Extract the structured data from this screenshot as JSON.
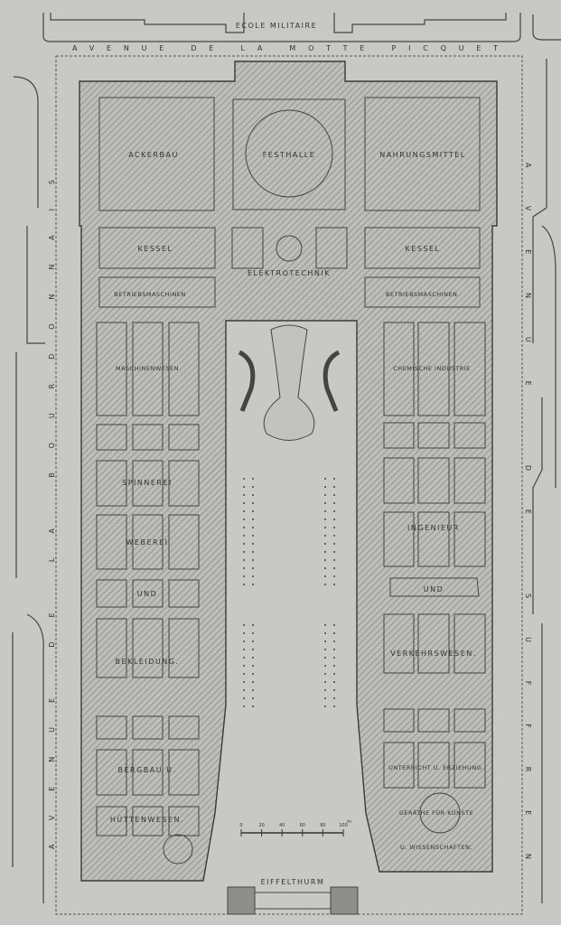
{
  "title_top": "ECOLE MILITAIRE",
  "streets": {
    "top": "AVENUE DE LA MOTTE PICQUET",
    "left": "AVENUE DE LA BOURDONNAIS",
    "right": "AVENUE DE SUFFREN"
  },
  "halls": {
    "ackerbau": "ACKERBAU",
    "festhalle": "FESTHALLE",
    "nahrungsmittel": "NAHRUNGSMITTEL",
    "kessel_left": "KESSEL",
    "kessel_right": "KESSEL",
    "elektrotechnik": "ELEKTROTECHNIK",
    "betrieb_left": "BETRIEBSMASCHINEN",
    "betrieb_right": "BETRIEBSMASCHINEN.",
    "maschinenwesen": "MASCHINENWESEN",
    "chemische": "CHEMISCHE INDUSTRIE",
    "spinnerei": "SPINNEREI",
    "weberei": "WEBEREI",
    "und_left": "UND",
    "bekleidung": "BEKLEIDUNG.",
    "bergbau": "BERGBAU U.",
    "huettenwesen": "HÜTTENWESEN.",
    "ingenieur": "INGENIEUR",
    "und_right": "UND",
    "verkehrswesen": "VERKEHRSWESEN.",
    "unterricht": "UNTERRICHT U. ERZIEHUNG.",
    "geraethe": "GERÄTHE FÜR KÜNSTE",
    "wissenschaften": "U. WISSENSCHAFTEN."
  },
  "scale": {
    "ticks": [
      "0",
      "20",
      "40",
      "60",
      "80",
      "100"
    ],
    "unit": "m"
  },
  "eiffel": "EIFFELTHURM"
}
